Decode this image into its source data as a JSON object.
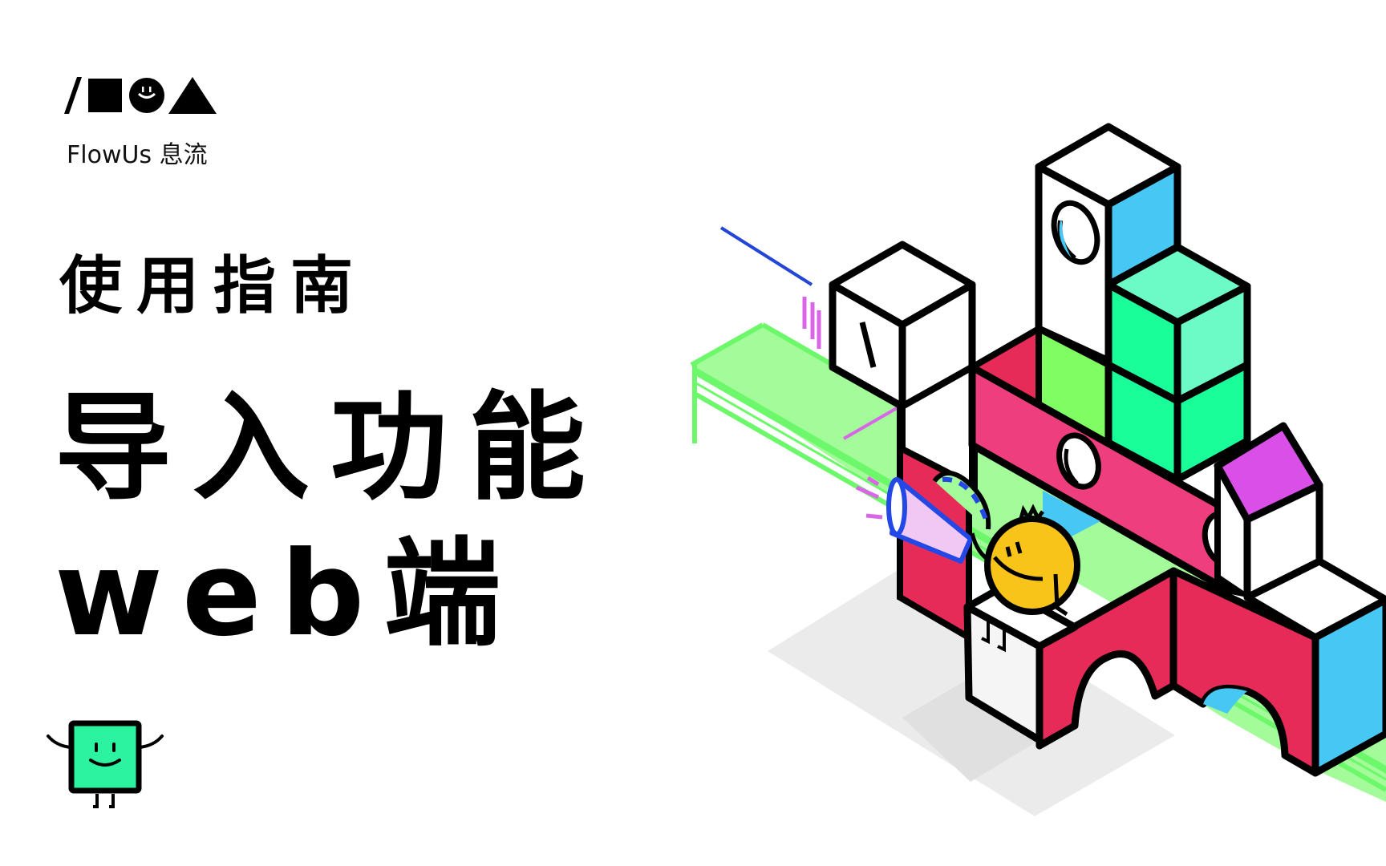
{
  "brand": {
    "logo_shapes": [
      "slash",
      "square",
      "smiley-circle",
      "triangle"
    ],
    "name": "FlowUs 息流"
  },
  "cover": {
    "subtitle": "使用指南",
    "title_line1": "导入功能",
    "title_line2": "web端"
  },
  "illustration": {
    "description": "Isometric building blocks with a yellow smiley character holding a megaphone",
    "colors": {
      "outline": "#000000",
      "beam_green_fill": "#A4FB9A",
      "beam_green_line": "#6CF86A",
      "pink": "#EE3E7E",
      "red": "#E72B58",
      "blue": "#47C8F4",
      "mint": "#19FE99",
      "light_mint": "#6CFAC6",
      "lime": "#7FFD63",
      "purple": "#D94FE8",
      "yellow": "#F8C41A",
      "shadow": "#EBEBEB",
      "megaphone_blue": "#2448E6",
      "accent_magenta": "#D966E6"
    }
  },
  "mascot": {
    "color": "#2CF3A0"
  }
}
